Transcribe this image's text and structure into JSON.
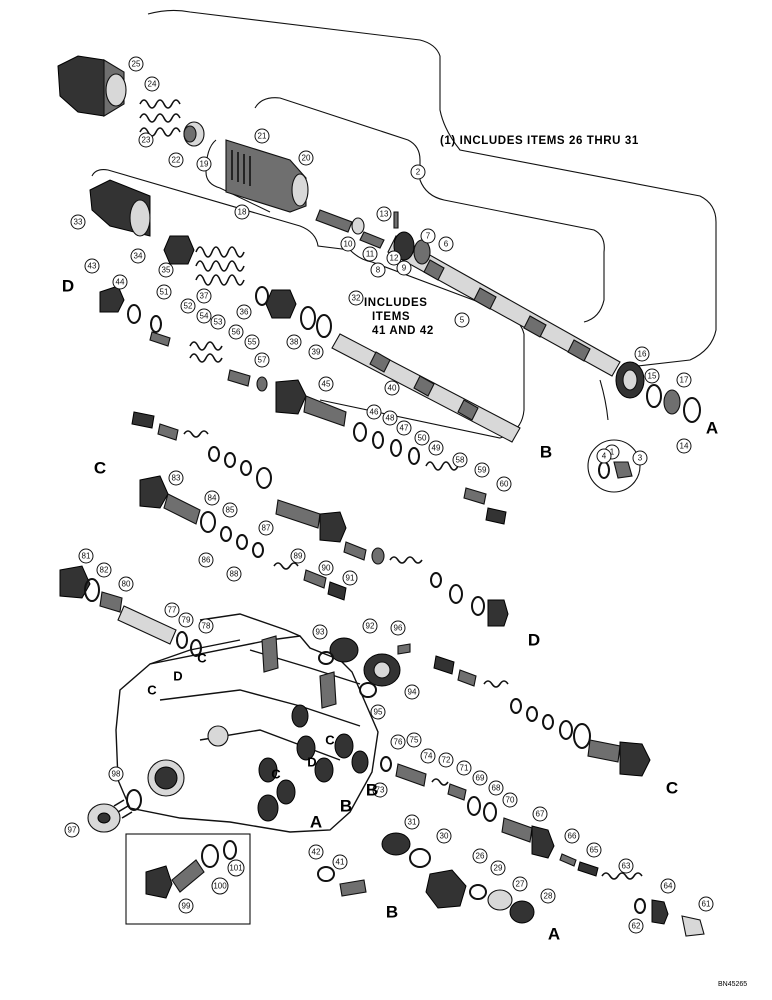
{
  "notes": {
    "note_1": "(1) INCLUDES ITEMS 26 THRU 31",
    "note_32_line1": "INCLUDES",
    "note_32_line2": "ITEMS",
    "note_32_line3": "41 AND 42"
  },
  "reference": "BN45265",
  "section_letters": [
    "A",
    "B",
    "C",
    "D"
  ],
  "callouts": [
    "1",
    "2",
    "3",
    "4",
    "5",
    "6",
    "7",
    "8",
    "9",
    "10",
    "11",
    "12",
    "13",
    "14",
    "15",
    "16",
    "17",
    "18",
    "19",
    "20",
    "21",
    "22",
    "23",
    "24",
    "25",
    "26",
    "27",
    "28",
    "29",
    "30",
    "31",
    "32",
    "33",
    "34",
    "35",
    "36",
    "37",
    "38",
    "39",
    "40",
    "41",
    "42",
    "43",
    "44",
    "45",
    "46",
    "47",
    "48",
    "49",
    "50",
    "51",
    "52",
    "53",
    "54",
    "55",
    "56",
    "57",
    "58",
    "59",
    "60",
    "61",
    "62",
    "63",
    "64",
    "65",
    "66",
    "67",
    "68",
    "69",
    "70",
    "71",
    "72",
    "73",
    "74",
    "75",
    "76",
    "77",
    "78",
    "79",
    "80",
    "81",
    "82",
    "83",
    "84",
    "85",
    "86",
    "87",
    "88",
    "89",
    "90",
    "91",
    "92",
    "93",
    "94",
    "95",
    "96",
    "97",
    "98",
    "99",
    "100",
    "101"
  ]
}
